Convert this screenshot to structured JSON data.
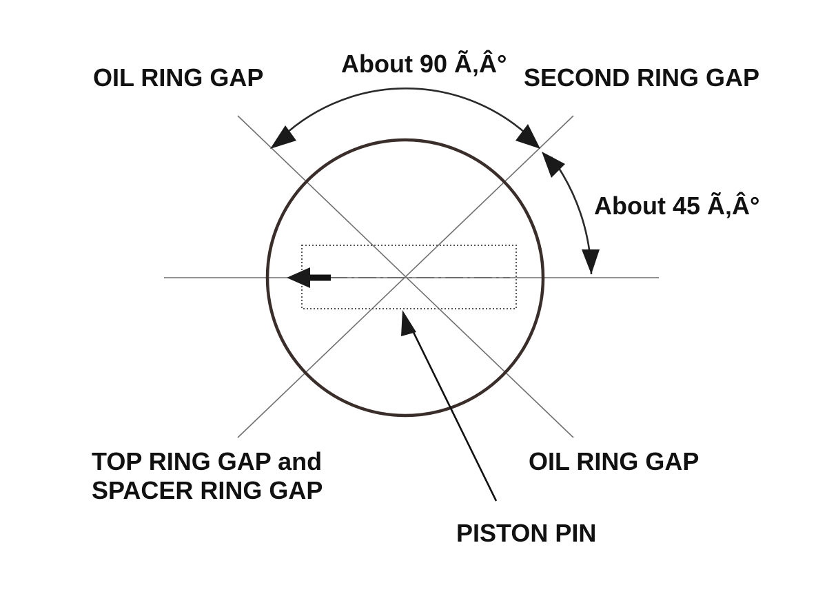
{
  "labels": {
    "oil_ring_gap_top": "OIL RING GAP",
    "about_90": "About 90 Ã‚Â°",
    "second_ring_gap": "SECOND RING GAP",
    "about_45": "About 45 Ã‚Â°",
    "top_ring_gap_line1": "TOP RING GAP and",
    "top_ring_gap_line2": "SPACER RING GAP",
    "oil_ring_gap_bottom": "OIL RING GAP",
    "piston_pin": "PISTON PIN"
  },
  "colors": {
    "ring": "#3a2e2a",
    "lines": "#6f6f6f",
    "text": "#111111"
  }
}
